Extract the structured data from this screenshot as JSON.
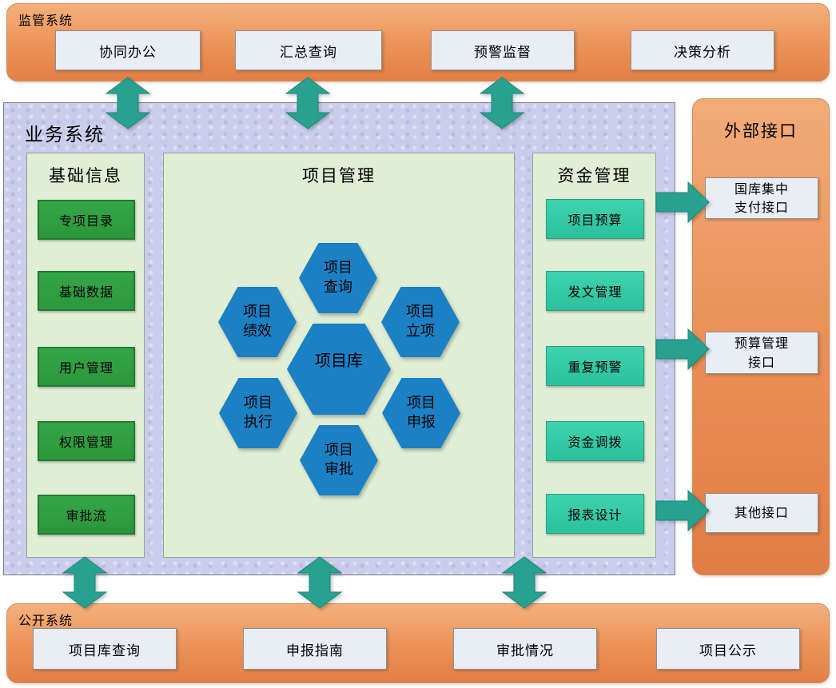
{
  "palette": {
    "orange_panel_top": "#f4b07c",
    "orange_panel_bottom": "#e27f46",
    "white_box": "#e9edf4",
    "business_bg": "#c9cdeb",
    "inner_panel_bg": "#dfeed4",
    "green_box": "#2f9e41",
    "teal_box": "#31c9a5",
    "blue_hexagon": "#1b80c4",
    "arrow_teal": "#28a191",
    "text": "#000000"
  },
  "supervision_bar": {
    "title": "监管系统",
    "items": [
      "协同办公",
      "汇总查询",
      "预警监督",
      "决策分析"
    ]
  },
  "business_system": {
    "title": "业务系统",
    "basic_info_panel": {
      "title": "基础信息",
      "items": [
        "专项目录",
        "基础数据",
        "用户管理",
        "权限管理",
        "审批流"
      ]
    },
    "project_panel": {
      "title": "项目管理",
      "center_hex": "项目库",
      "hexes": [
        "项目查询",
        "项目绩效",
        "项目立项",
        "项目执行",
        "项目申报",
        "项目审批"
      ]
    },
    "fund_panel": {
      "title": "资金管理",
      "items": [
        "项目预算",
        "发文管理",
        "重复预警",
        "资金调拨",
        "报表设计"
      ]
    }
  },
  "external_panel": {
    "title": "外部接口",
    "items": [
      "国库集中支付接口",
      "预算管理接口",
      "其他接口"
    ]
  },
  "public_bar": {
    "title": "公开系统",
    "items": [
      "项目库查询",
      "申报指南",
      "审批情况",
      "项目公示"
    ]
  }
}
